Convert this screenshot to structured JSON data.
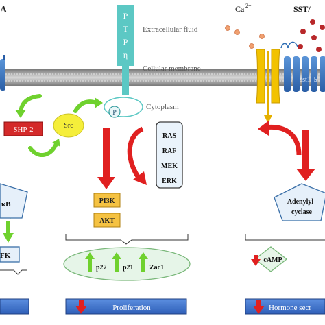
{
  "labels": {
    "panel_left_title": "A",
    "extracellular": "Extracellular fluid",
    "membrane": "Cellular membrane",
    "cytoplasm": "Cytoplasm",
    "ca_ion": "Ca",
    "ca_charge": "2+",
    "sst_partial": "SST/",
    "receptor_partial": "sst1–5",
    "ptp_letters": [
      "P",
      "T",
      "P",
      "η"
    ],
    "phospho": "P",
    "shp2": "SHP-2",
    "src": "Src",
    "nfkb_partial": "κB",
    "nk_partial": "FK",
    "ras": "RAS",
    "raf": "RAF",
    "mek": "MEK",
    "erk": "ERK",
    "pi3k": "PI3K",
    "akt": "AKT",
    "p27": "p27",
    "p21": "p21",
    "zac1": "Zac1",
    "adenylyl": "Adenylyl",
    "cyclase": "cyclase",
    "camp": "cAMP",
    "proliferation": "Proliferation",
    "hormone_partial": "Hormone secr"
  },
  "colors": {
    "membrane_blue": "#2f6fb5",
    "ptp_teal": "#5cc8c4",
    "arrow_red": "#e02020",
    "arrow_green": "#6fd12e",
    "yellow_box": "#f5c242",
    "src_yellow": "#f5ee3a",
    "shp2_red": "#d42a2a",
    "outcome_blue": "#3a6fc8",
    "pentagon_fill": "#e6f0fa",
    "ellipse_fill": "#e6f5e8",
    "ion_red": "#b8282a",
    "channel_yellow": "#f2c200"
  }
}
